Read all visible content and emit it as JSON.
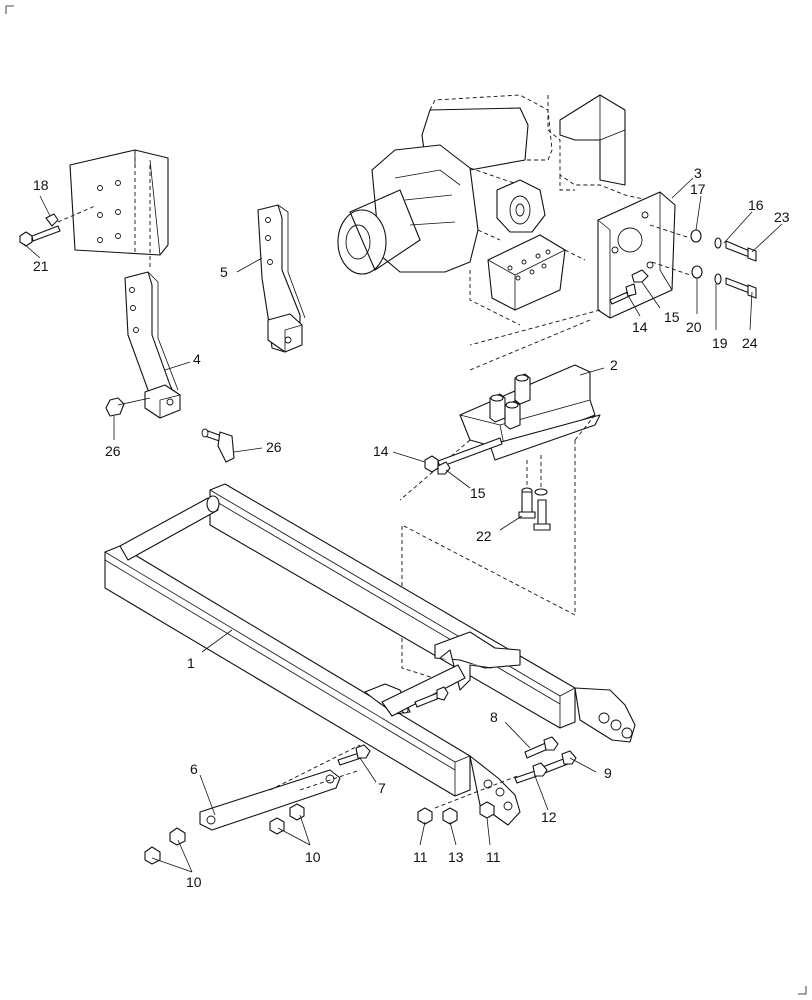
{
  "diagram": {
    "callouts": [
      {
        "key": "c1",
        "text": "1"
      },
      {
        "key": "c2",
        "text": "2"
      },
      {
        "key": "c3",
        "text": "3"
      },
      {
        "key": "c4",
        "text": "4"
      },
      {
        "key": "c5",
        "text": "5"
      },
      {
        "key": "c6",
        "text": "6"
      },
      {
        "key": "c7",
        "text": "7"
      },
      {
        "key": "c8",
        "text": "8"
      },
      {
        "key": "c9",
        "text": "9"
      },
      {
        "key": "c10a",
        "text": "10"
      },
      {
        "key": "c10b",
        "text": "10"
      },
      {
        "key": "c11a",
        "text": "11"
      },
      {
        "key": "c11b",
        "text": "11"
      },
      {
        "key": "c12",
        "text": "12"
      },
      {
        "key": "c13",
        "text": "13"
      },
      {
        "key": "c14a",
        "text": "14"
      },
      {
        "key": "c14b",
        "text": "14"
      },
      {
        "key": "c15a",
        "text": "15"
      },
      {
        "key": "c15b",
        "text": "15"
      },
      {
        "key": "c16",
        "text": "16"
      },
      {
        "key": "c17",
        "text": "17"
      },
      {
        "key": "c18",
        "text": "18"
      },
      {
        "key": "c19",
        "text": "19"
      },
      {
        "key": "c20",
        "text": "20"
      },
      {
        "key": "c21",
        "text": "21"
      },
      {
        "key": "c22",
        "text": "22"
      },
      {
        "key": "c23",
        "text": "23"
      },
      {
        "key": "c24",
        "text": "24"
      },
      {
        "key": "c26a",
        "text": "26"
      },
      {
        "key": "c26b",
        "text": "26"
      }
    ]
  }
}
